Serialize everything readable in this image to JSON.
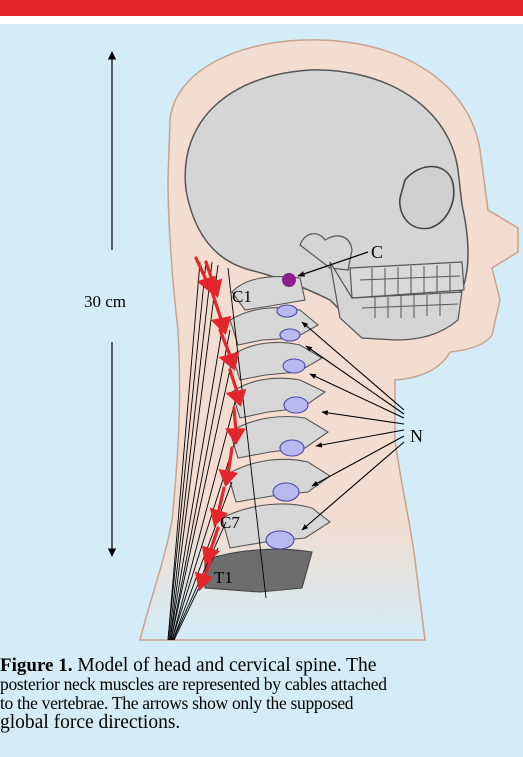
{
  "diagram": {
    "dimension_label": "30 cm",
    "labels": {
      "center": "C",
      "c1": "C1",
      "c7": "C7",
      "t1": "T1",
      "n": "N"
    }
  },
  "caption": {
    "lead": "Figure 1.",
    "line1_rest": " Model of head and cervical spine. The",
    "line2": "posterior neck muscles are represented by cables attached",
    "line3": "to the vertebrae. The arrows show only the supposed",
    "line4": "global force directions."
  },
  "colors": {
    "frame_red": "#e3262b",
    "background": "#d3ecf7",
    "skin": "#f2ddd0",
    "skull": "#d5d5d5",
    "disc": "#b9b8ef",
    "center_point": "#8b1f8f",
    "force_arrow": "#e3262b"
  }
}
